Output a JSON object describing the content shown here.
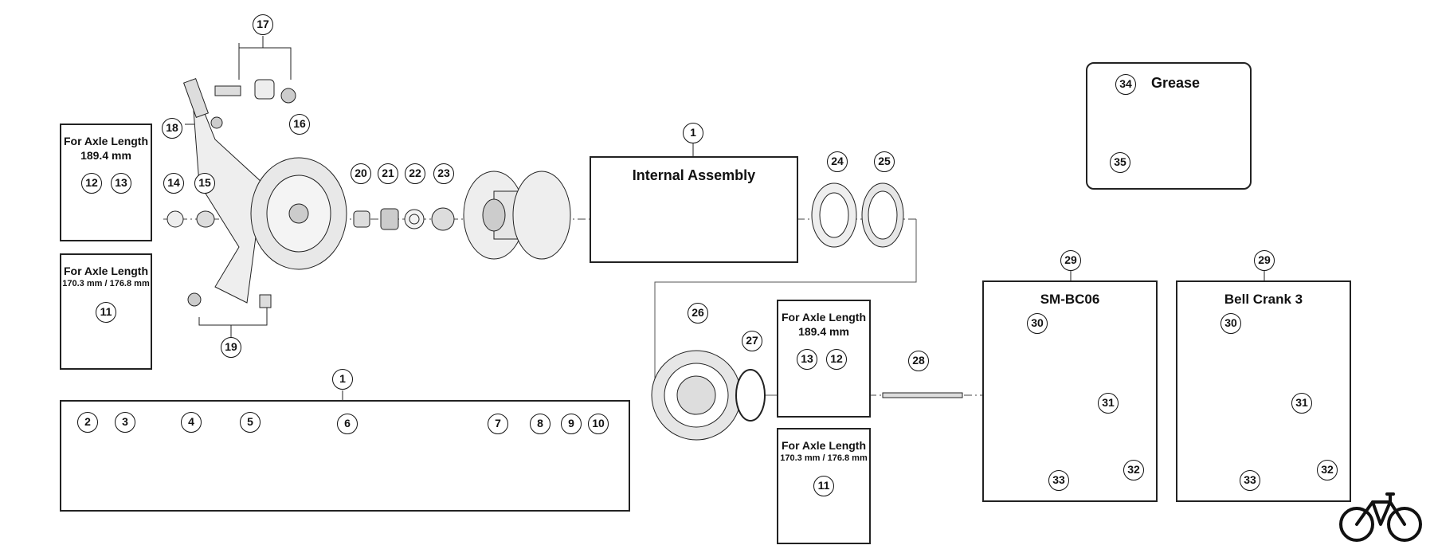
{
  "grease_box": {
    "title": "Grease"
  },
  "internal_assembly": {
    "title": "Internal Assembly"
  },
  "sm_bc06": {
    "title": "SM-BC06"
  },
  "bell_crank": {
    "title": "Bell Crank 3"
  },
  "axle_189_left": {
    "line1": "For Axle Length",
    "line2": "189.4 mm"
  },
  "axle_170_left": {
    "line1": "For Axle Length",
    "line2": "170.3 mm / 176.8 mm"
  },
  "axle_189_right": {
    "line1": "For Axle Length",
    "line2": "189.4 mm"
  },
  "axle_170_right": {
    "line1": "For Axle Length",
    "line2": "170.3 mm / 176.8 mm"
  },
  "callouts": {
    "c17": "17",
    "c18": "18",
    "c16": "16",
    "c19": "19",
    "c12a": "12",
    "c13a": "13",
    "c11a": "11",
    "c14": "14",
    "c15": "15",
    "c20": "20",
    "c21": "21",
    "c22": "22",
    "c23": "23",
    "c1a": "1",
    "c24": "24",
    "c25": "25",
    "c34": "34",
    "c35": "35",
    "c1b": "1",
    "c2": "2",
    "c3": "3",
    "c4": "4",
    "c5": "5",
    "c6": "6",
    "c7": "7",
    "c8": "8",
    "c9": "9",
    "c10": "10",
    "c26": "26",
    "c27": "27",
    "c13b": "13",
    "c12b": "12",
    "c11b": "11",
    "c28": "28",
    "c29a": "29",
    "c30a": "30",
    "c31a": "31",
    "c32a": "32",
    "c33a": "33",
    "c29b": "29",
    "c30b": "30",
    "c31b": "31",
    "c32b": "32",
    "c33b": "33"
  },
  "colors": {
    "line": "#222222",
    "part_fill": "#e6e6e6",
    "part_dark": "#777777"
  },
  "icons": {
    "watermark": "bicycle-icon"
  }
}
